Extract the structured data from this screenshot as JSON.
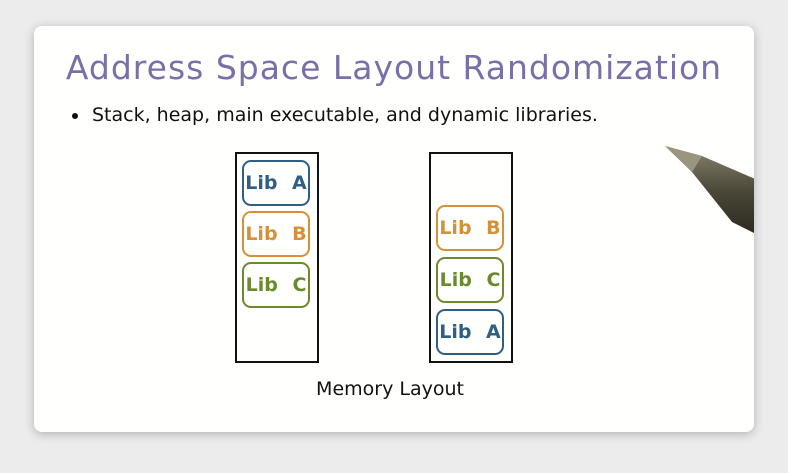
{
  "title": "Address Space Layout Randomization",
  "bullet": "Stack, heap, main executable, and dynamic libraries.",
  "layout_left": [
    "Lib A",
    "Lib B",
    "Lib C"
  ],
  "layout_right": [
    "Lib B",
    "Lib C",
    "Lib A"
  ],
  "caption": "Memory Layout",
  "colors": {
    "title": "#7a6fa8",
    "lib_a": "#2f5f83",
    "lib_b": "#d4913a",
    "lib_c": "#6b8a2e"
  }
}
